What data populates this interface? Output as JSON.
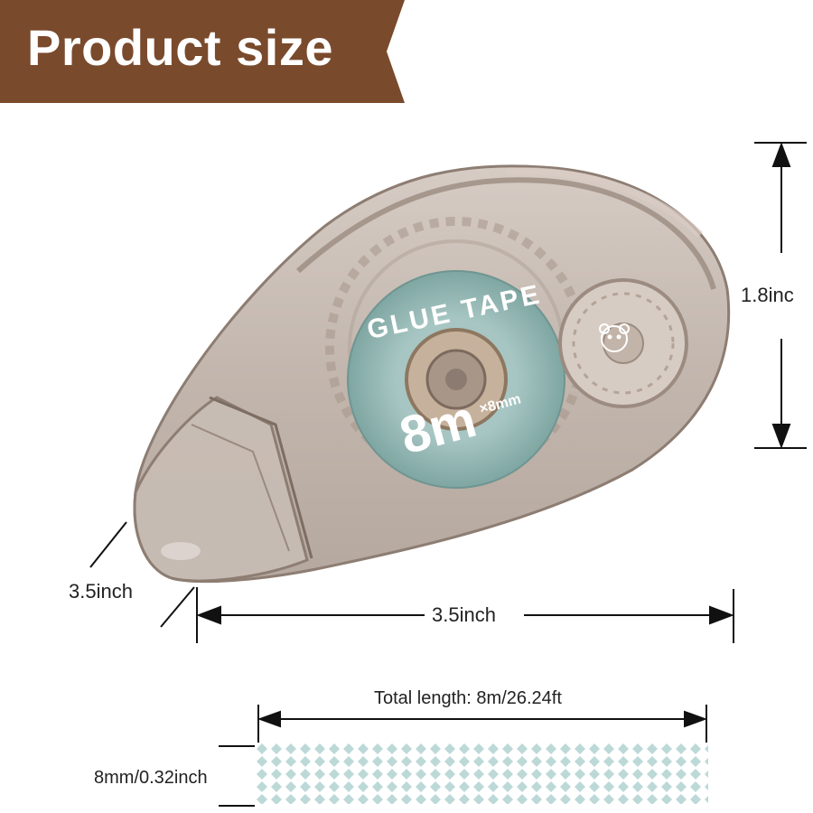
{
  "banner": {
    "title": "Product size",
    "color": "#7a4a2c"
  },
  "product": {
    "shell_color": "#b9aca3",
    "tape_color": "#8fb3b0",
    "tape_printed_text": {
      "line1": "GLUE TAPE",
      "big": "8m",
      "small": "×8mm"
    }
  },
  "dimensions": {
    "height_label": "1.8inc",
    "depth_label": "3.5inch",
    "width_label": "3.5inch",
    "total_length_label": "Total length: 8m/26.24ft",
    "tape_width_label": "8mm/0.32inch"
  },
  "tape_pattern_color": "#bcd9d8"
}
